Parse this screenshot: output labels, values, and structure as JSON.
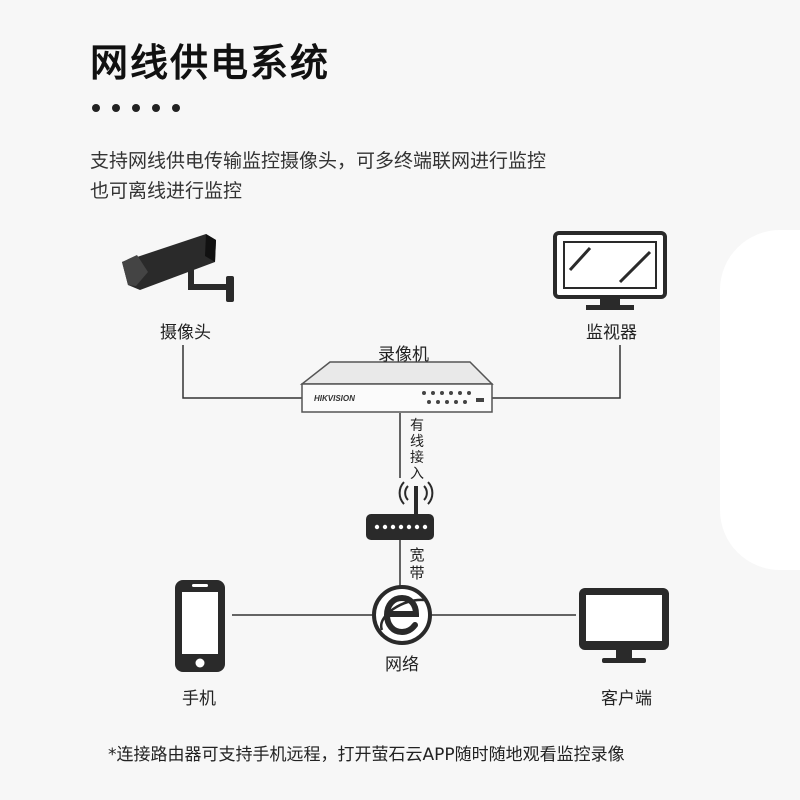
{
  "title": "网线供电系统",
  "description": {
    "line1": "支持网线供电传输监控摄像头，可多终端联网进行监控",
    "line2": "也可离线进行监控"
  },
  "nodes": {
    "camera": "摄像头",
    "monitor": "监视器",
    "recorder": "录像机",
    "recorder_brand": "HIKVISION",
    "wired_access": "有线接入",
    "broadband": "宽带",
    "network": "网络",
    "phone": "手机",
    "client": "客户端"
  },
  "footnote": "*连接路由器可支持手机远程，打开萤石云APP随时随地观看监控录像",
  "colors": {
    "line": "#333333",
    "background": "#f7f7f7"
  }
}
